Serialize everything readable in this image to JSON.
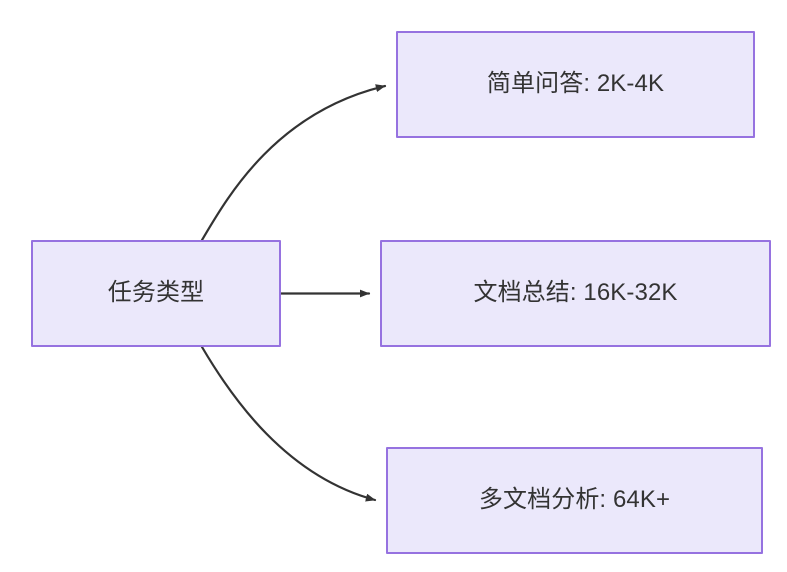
{
  "diagram": {
    "type": "flowchart",
    "direction": "left-to-right",
    "background_color": "#ffffff",
    "node_fill_color": "#ebe8fb",
    "node_border_color": "#9672e0",
    "node_text_color": "#333333",
    "edge_color": "#333333",
    "source_node": {
      "id": "task-type",
      "label": "任务类型"
    },
    "target_nodes": [
      {
        "id": "simple-qa",
        "label": "简单问答: 2K-4K"
      },
      {
        "id": "document-summary",
        "label": "文档总结: 16K-32K"
      },
      {
        "id": "multi-document-analysis",
        "label": "多文档分析: 64K+"
      }
    ],
    "edges": [
      {
        "id": "edge-to-simple-qa",
        "from": "task-type",
        "to": "simple-qa",
        "style": "curved",
        "arrowhead": "filled-triangle"
      },
      {
        "id": "edge-to-document-summary",
        "from": "task-type",
        "to": "document-summary",
        "style": "straight",
        "arrowhead": "filled-triangle"
      },
      {
        "id": "edge-to-multi-document-analysis",
        "from": "task-type",
        "to": "multi-document-analysis",
        "style": "curved",
        "arrowhead": "filled-triangle"
      }
    ]
  }
}
